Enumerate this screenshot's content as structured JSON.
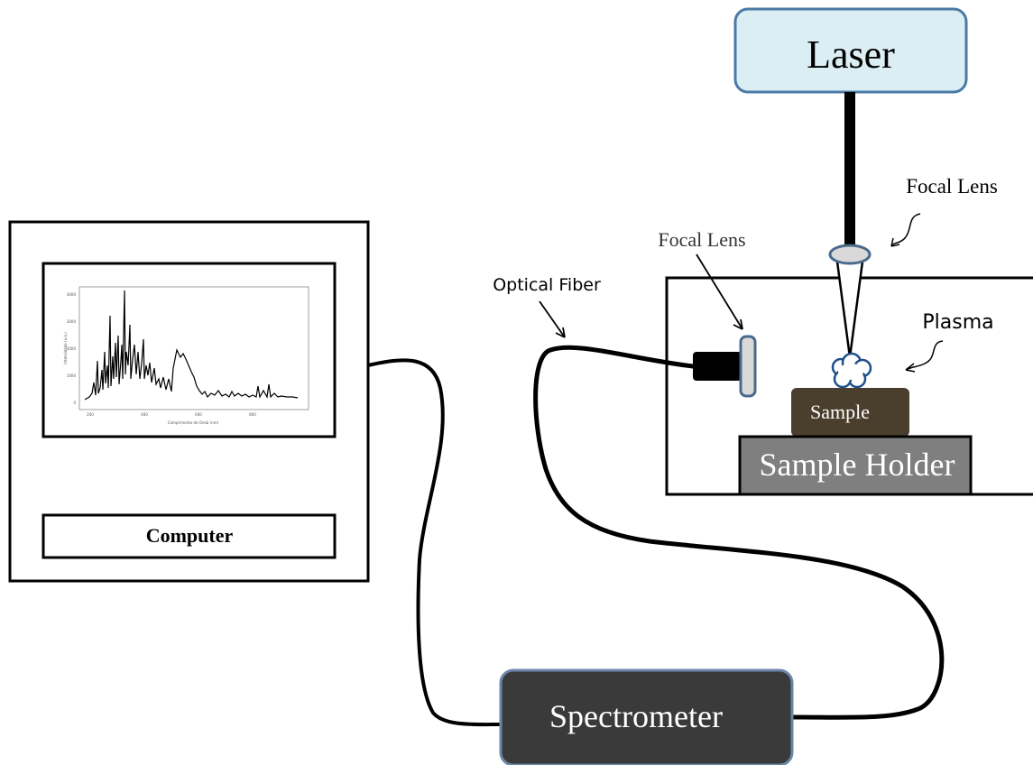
{
  "labels": {
    "laser": "Laser",
    "focal_lens_top": "Focal Lens",
    "focal_lens_side": "Focal Lens",
    "optical_fiber": "Optical Fiber",
    "plasma": "Plasma",
    "sample": "Sample",
    "sample_holder": "Sample Holder",
    "computer": "Computer",
    "spectrometer": "Spectrometer"
  },
  "screen_plot": {
    "xlabel": "Comprimento de Onda (nm)",
    "ylabel": "Intensidade (u.a.)",
    "x_ticks": [
      "200",
      "400",
      "600",
      "800"
    ],
    "y_ticks": [
      "0",
      "1000",
      "2000",
      "3000",
      "4000"
    ]
  },
  "colors": {
    "laser_fill": "#dbeef4",
    "laser_border": "#4a7aa6",
    "spectrometer_fill": "#3a3a3a",
    "sample_fill": "#4a3f2c",
    "holder_fill": "#7f7f7f",
    "lens_fill": "#d9d9d9"
  }
}
